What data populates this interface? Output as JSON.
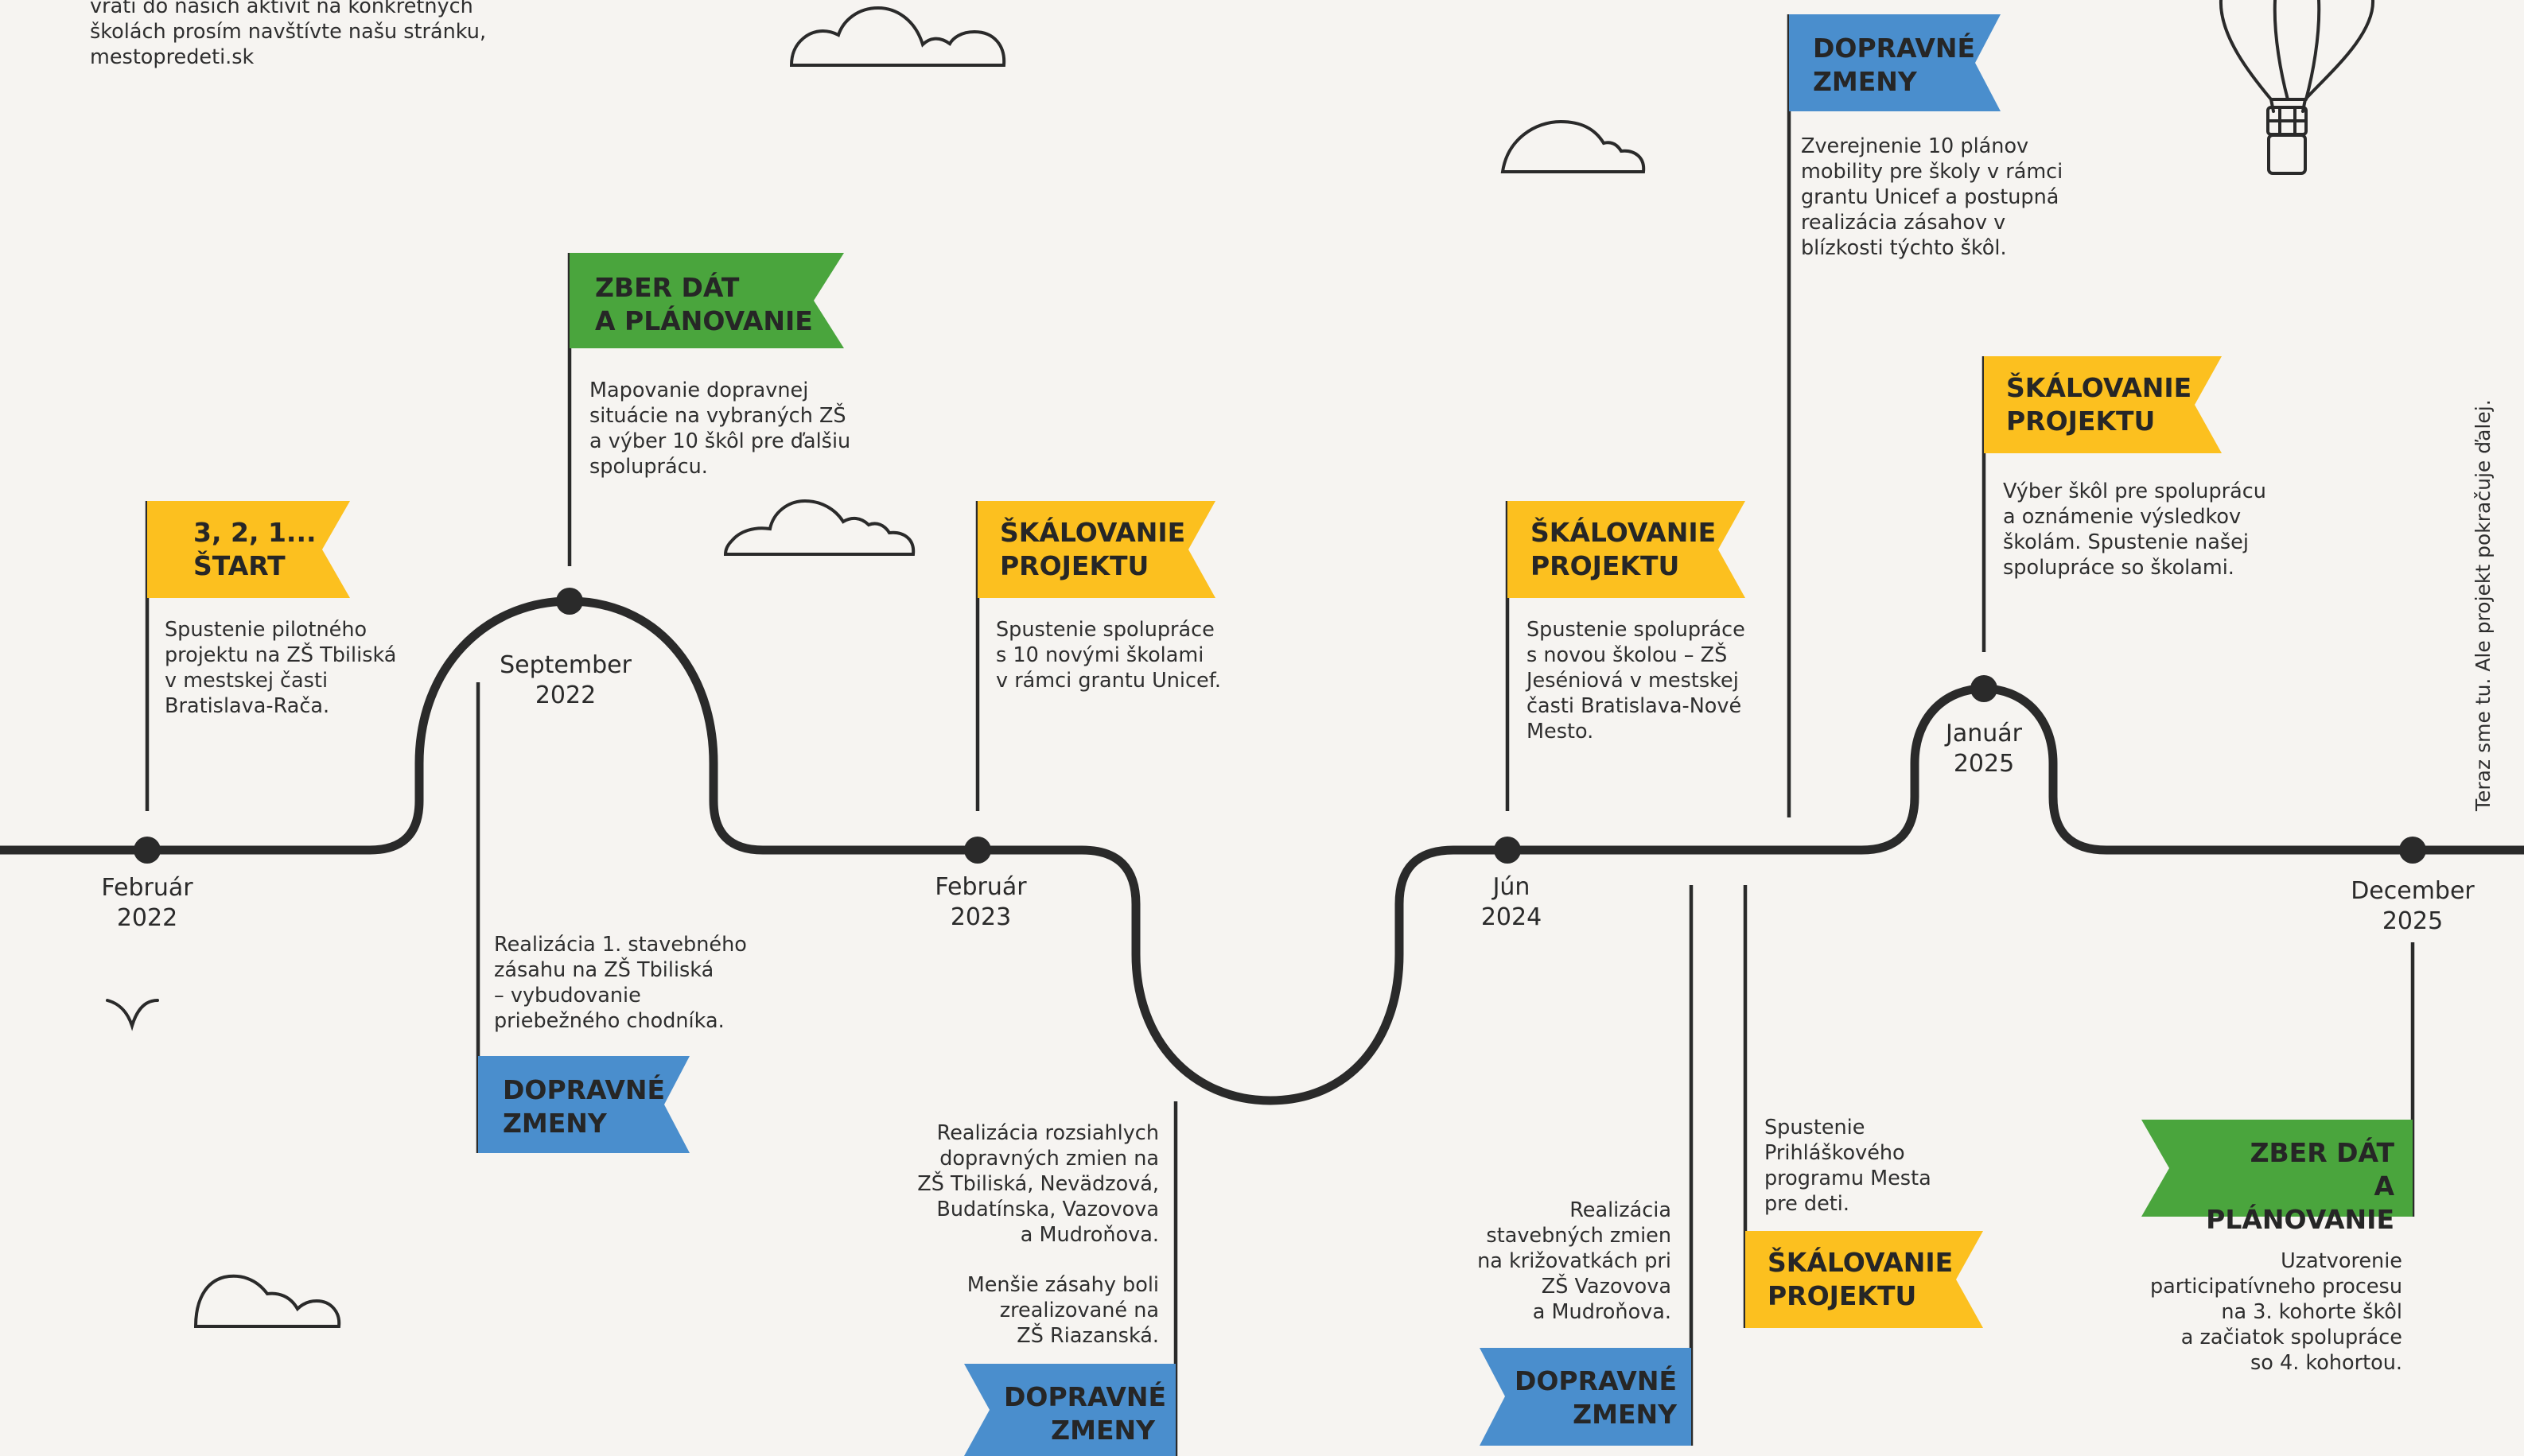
{
  "colors": {
    "background": "#f6f4f1",
    "line": "#2a2a2a",
    "yellow": "#fcc01f",
    "green": "#4aa53d",
    "blue": "#4a8ecd"
  },
  "intro": {
    "lines": [
      "vrátí do našich aktivít na konkrétnych",
      "školách prosím navštívte našu stránku,",
      "mestopredeti.sk"
    ]
  },
  "side_note": "Teraz sme tu. Ale projekt pokračuje ďalej.",
  "milestones": {
    "feb2022": {
      "date": [
        "Február",
        "2022"
      ],
      "flag": [
        "3, 2, 1...",
        "ŠTART"
      ],
      "text": [
        "Spustenie pilotného",
        "projektu na ZŠ Tbiliská",
        "v mestskej časti",
        "Bratislava-Rača."
      ]
    },
    "sep2022_up": {
      "date": [
        "September",
        "2022"
      ],
      "flag": [
        "ZBER DÁT",
        "A PLÁNOVANIE"
      ],
      "text": [
        "Mapovanie dopravnej",
        "situácie na vybraných ZŠ",
        "a výber 10 škôl pre ďalšiu",
        "spoluprácu."
      ]
    },
    "sep2022_down": {
      "flag": [
        "DOPRAVNÉ",
        "ZMENY"
      ],
      "text": [
        "Realizácia 1. stavebného",
        "zásahu na ZŠ Tbiliská",
        "– vybudovanie",
        "priebežného chodníka."
      ]
    },
    "feb2023": {
      "date": [
        "Február",
        "2023"
      ],
      "flag": [
        "ŠKÁLOVANIE",
        "PROJEKTU"
      ],
      "text": [
        "Spustenie spolupráce",
        "s 10 novými školami",
        "v rámci grantu Unicef."
      ]
    },
    "dip": {
      "flag": [
        "DOPRAVNÉ",
        "ZMENY"
      ],
      "text": [
        "Realizácia rozsiahlych",
        "dopravných zmien na",
        "ZŠ Tbiliská, Nevädzová,",
        "Budatínska, Vazovova",
        "a Mudroňova."
      ],
      "text2": [
        "Menšie zásahy boli",
        "zrealizované na",
        "ZŠ Riazanská."
      ]
    },
    "jun2024": {
      "date": [
        "Jún",
        "2024"
      ],
      "flag": [
        "ŠKÁLOVANIE",
        "PROJEKTU"
      ],
      "text": [
        "Spustenie spolupráce",
        "s novou školou – ZŠ",
        "Jeséniová v mestskej",
        "časti Bratislava-Nové",
        "Mesto."
      ]
    },
    "jun2024_down": {
      "flag": [
        "DOPRAVNÉ",
        "ZMENY"
      ],
      "text": [
        "Realizácia",
        "stavebných zmien",
        "na križovatkách pri",
        "ZŠ Vazovova",
        "a Mudroňova."
      ]
    },
    "top_blue": {
      "flag": [
        "DOPRAVNÉ",
        "ZMENY"
      ],
      "text": [
        "Zverejnenie 10 plánov",
        "mobility pre školy v rámci",
        "grantu Unicef a postupná",
        "realizácia zásahov v",
        "blízkosti týchto škôl."
      ]
    },
    "prihl": {
      "flag": [
        "ŠKÁLOVANIE",
        "PROJEKTU"
      ],
      "text": [
        "Spustenie",
        "Prihláškového",
        "programu Mesta",
        "pre deti."
      ]
    },
    "jan2025": {
      "date": [
        "Január",
        "2025"
      ],
      "flag": [
        "ŠKÁLOVANIE",
        "PROJEKTU"
      ],
      "text": [
        "Výber škôl pre spoluprácu",
        "a oznámenie výsledkov",
        "školám. Spustenie našej",
        "spolupráce so školami."
      ]
    },
    "dec2025": {
      "date": [
        "December",
        "2025"
      ],
      "flag": [
        "ZBER DÁT",
        "A PLÁNOVANIE"
      ],
      "text": [
        "Uzatvorenie",
        "participatívneho procesu",
        "na 3. kohorte škôl",
        "a začiatok spolupráce",
        "so 4. kohortou."
      ]
    }
  }
}
